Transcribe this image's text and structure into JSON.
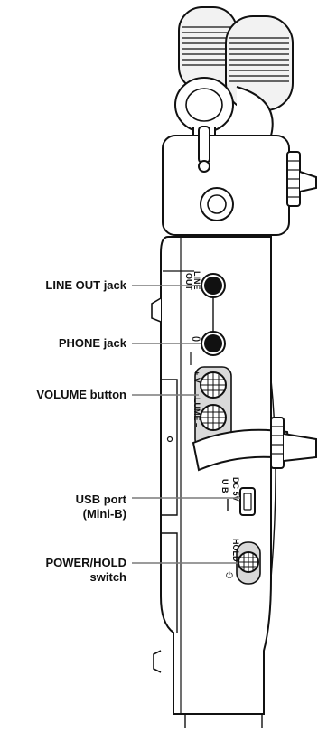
{
  "callouts": {
    "line_out": {
      "label": "LINE OUT jack"
    },
    "phone": {
      "label": "PHONE jack"
    },
    "volume": {
      "label": "VOLUME button"
    },
    "usb": {
      "line1": "USB port",
      "line2": "(Mini-B)"
    },
    "power": {
      "line1": "POWER/HOLD",
      "line2": "switch"
    }
  },
  "device_text": {
    "line_out_1": "LINE",
    "line_out_2": "OUT",
    "volume_plus": "+ V",
    "volume_rest": "LUME –",
    "phone_symbol": "()",
    "dc_label": "DC 5V",
    "usb_label": "U B",
    "hold_label": "HOLD",
    "power_symbol": "⏻"
  },
  "colors": {
    "outline": "#111111",
    "grey_fill": "#d9d9d9",
    "callout_line": "#7a7a7a"
  }
}
